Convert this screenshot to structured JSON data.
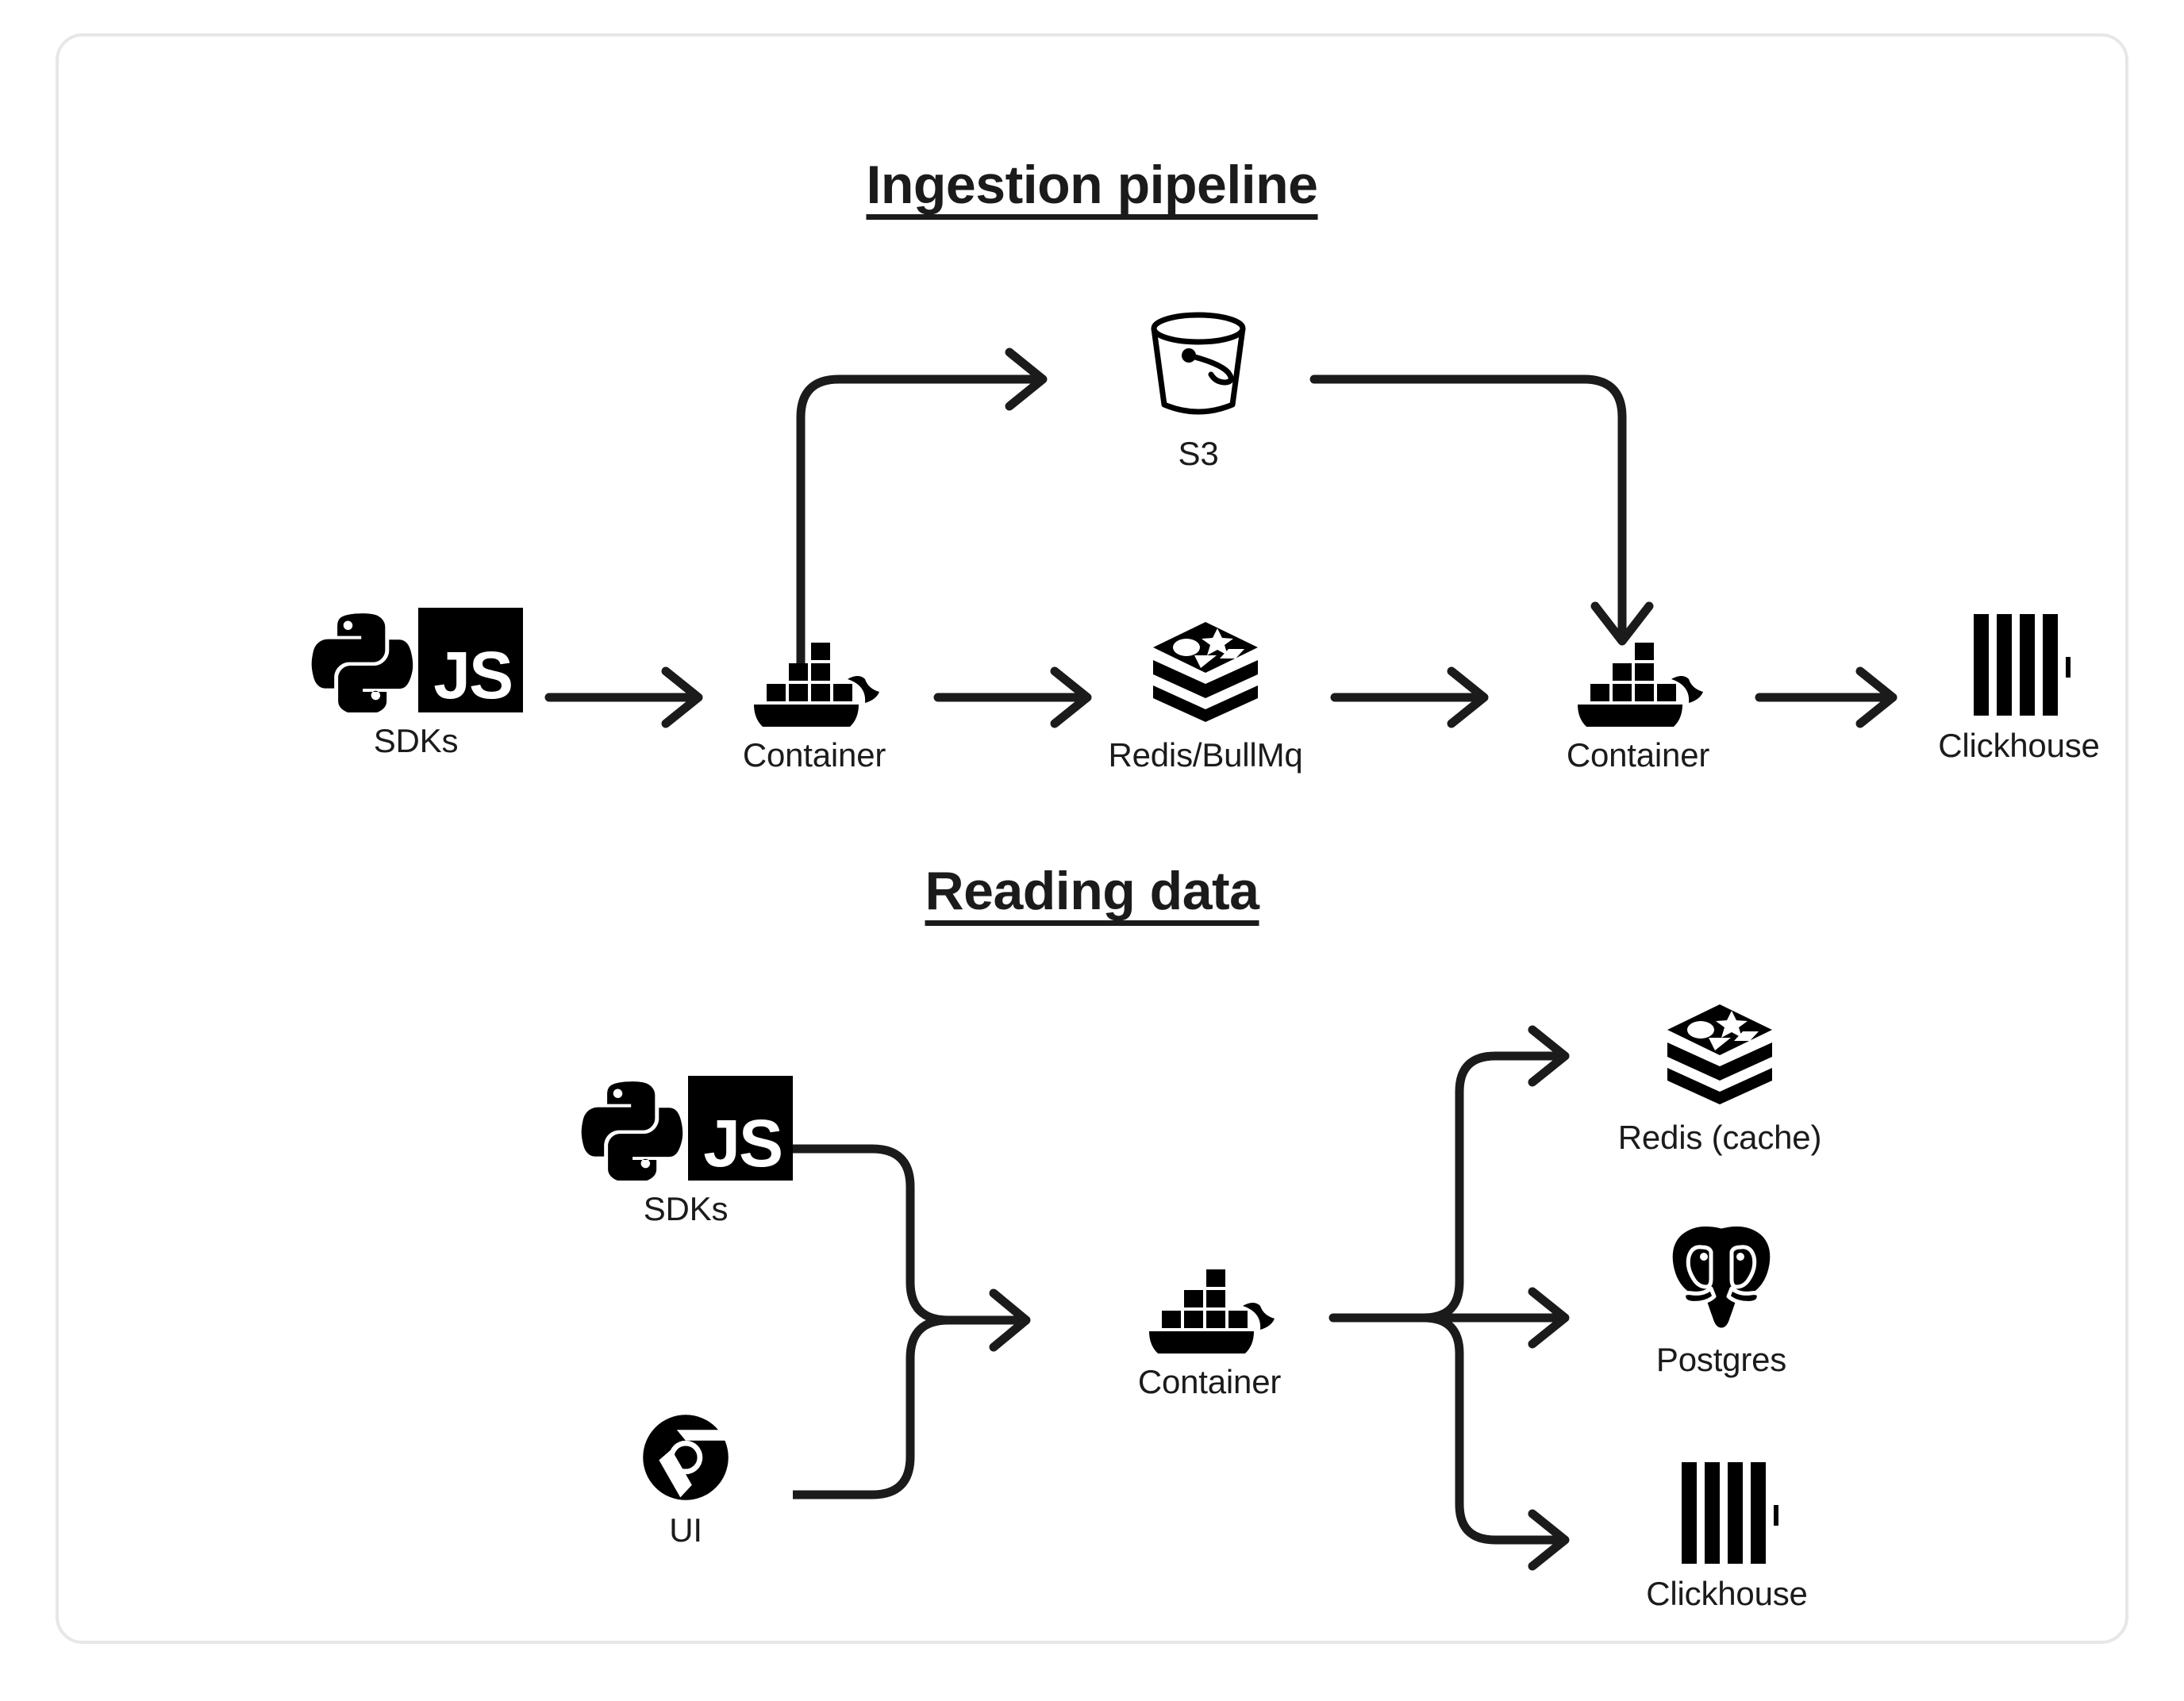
{
  "card": {
    "border_color": "#e7e7e7",
    "background": "#ffffff"
  },
  "theme": {
    "ink": "#1b1b1b",
    "stroke": "#1b1b1b",
    "accent": "#000000"
  },
  "sections": [
    {
      "id": "ingestion",
      "title": "Ingestion pipeline",
      "nodes": [
        {
          "id": "sdks-top",
          "label": "SDKs",
          "icon": "python-js-sdk-icon"
        },
        {
          "id": "container-1",
          "label": "Container",
          "icon": "docker-whale-icon"
        },
        {
          "id": "redis-bullmq",
          "label": "Redis/BullMq",
          "icon": "redis-stack-icon"
        },
        {
          "id": "container-2",
          "label": "Container",
          "icon": "docker-whale-icon"
        },
        {
          "id": "clickhouse-top",
          "label": "Clickhouse",
          "icon": "clickhouse-bars-icon"
        },
        {
          "id": "s3",
          "label": "S3",
          "icon": "s3-bucket-icon"
        }
      ],
      "edges": [
        {
          "from": "sdks-top",
          "to": "container-1",
          "style": "straight-arrow"
        },
        {
          "from": "container-1",
          "to": "s3",
          "style": "elbow-up-right-arrow"
        },
        {
          "from": "container-1",
          "to": "redis-bullmq",
          "style": "straight-arrow"
        },
        {
          "from": "s3",
          "to": "container-2",
          "style": "elbow-right-down-arrow"
        },
        {
          "from": "redis-bullmq",
          "to": "container-2",
          "style": "straight-arrow"
        },
        {
          "from": "container-2",
          "to": "clickhouse-top",
          "style": "straight-arrow"
        }
      ]
    },
    {
      "id": "reading",
      "title": "Reading data",
      "nodes": [
        {
          "id": "sdks-bottom",
          "label": "SDKs",
          "icon": "python-js-sdk-icon"
        },
        {
          "id": "ui",
          "label": "UI",
          "icon": "chrome-icon"
        },
        {
          "id": "container-3",
          "label": "Container",
          "icon": "docker-whale-icon"
        },
        {
          "id": "redis-cache",
          "label": "Redis (cache)",
          "icon": "redis-stack-icon"
        },
        {
          "id": "postgres",
          "label": "Postgres",
          "icon": "postgres-elephant-icon"
        },
        {
          "id": "clickhouse-bottom",
          "label": "Clickhouse",
          "icon": "clickhouse-bars-icon"
        }
      ],
      "edges": [
        {
          "from": "sdks-bottom",
          "to": "container-3",
          "style": "merge-arrow"
        },
        {
          "from": "ui",
          "to": "container-3",
          "style": "merge-arrow"
        },
        {
          "from": "container-3",
          "to": "redis-cache",
          "style": "split-up-arrow"
        },
        {
          "from": "container-3",
          "to": "postgres",
          "style": "split-straight-arrow"
        },
        {
          "from": "container-3",
          "to": "clickhouse-bottom",
          "style": "split-down-arrow"
        }
      ]
    }
  ],
  "icons": {
    "js_label": "JS"
  }
}
